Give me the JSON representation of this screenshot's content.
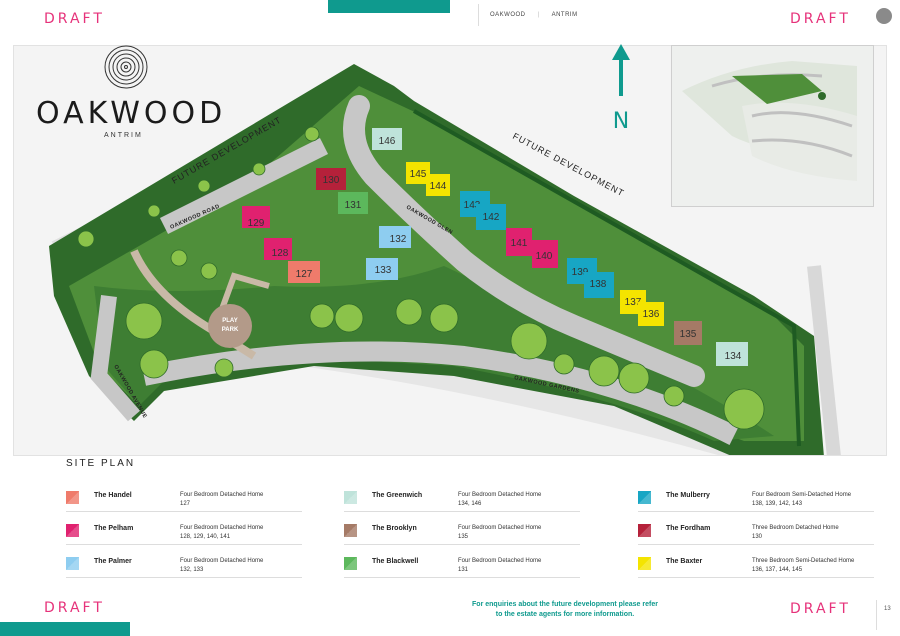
{
  "draft_label": "DRAFT",
  "breadcrumb": [
    "OAKWOOD",
    "ANTRIM"
  ],
  "logo": {
    "brand": "OAKWOOD",
    "town": "ANTRIM"
  },
  "compass": "N",
  "map_labels": {
    "future_development_left": "FUTURE DEVELOPMENT",
    "future_development_right": "FUTURE DEVELOPMENT",
    "oakwood_road": "OAKWOOD ROAD",
    "oakwood_glen": "OAKWOOD GLEN",
    "oakwood_avenue": "OAKWOOD AVENUE",
    "oakwood_gardens": "OAKWOOD GARDENS",
    "play_park_line1": "PLAY",
    "play_park_line2": "PARK"
  },
  "plots": [
    {
      "n": "146",
      "c": "#bfe3da"
    },
    {
      "n": "145",
      "c": "#f4e400"
    },
    {
      "n": "144",
      "c": "#f4e400"
    },
    {
      "n": "130",
      "c": "#b5213a"
    },
    {
      "n": "131",
      "c": "#5cb85c"
    },
    {
      "n": "129",
      "c": "#e0216f"
    },
    {
      "n": "128",
      "c": "#e0216f"
    },
    {
      "n": "127",
      "c": "#ef7b6b"
    },
    {
      "n": "132",
      "c": "#8ecdf0"
    },
    {
      "n": "133",
      "c": "#8ecdf0"
    },
    {
      "n": "143",
      "c": "#17a6c4"
    },
    {
      "n": "142",
      "c": "#17a6c4"
    },
    {
      "n": "141",
      "c": "#e0216f"
    },
    {
      "n": "140",
      "c": "#e0216f"
    },
    {
      "n": "139",
      "c": "#17a6c4"
    },
    {
      "n": "138",
      "c": "#17a6c4"
    },
    {
      "n": "137",
      "c": "#f4e400"
    },
    {
      "n": "136",
      "c": "#f4e400"
    },
    {
      "n": "135",
      "c": "#a57a66"
    },
    {
      "n": "134",
      "c": "#bfe3da"
    }
  ],
  "section_title": "SITE PLAN",
  "legend": [
    {
      "name": "The Handel",
      "desc": "Four Bedroom Detached Home",
      "plots": "127",
      "color": "#ef7b6b"
    },
    {
      "name": "The Pelham",
      "desc": "Four Bedroom Detached Home",
      "plots": "128, 129, 140, 141",
      "color": "#e0216f"
    },
    {
      "name": "The Palmer",
      "desc": "Four Bedroom Detached Home",
      "plots": "132, 133",
      "color": "#8ecdf0"
    },
    {
      "name": "The Greenwich",
      "desc": "Four Bedroom Detached Home",
      "plots": "134, 146",
      "color": "#bfe3da"
    },
    {
      "name": "The Brooklyn",
      "desc": "Four Bedroom Detached Home",
      "plots": "135",
      "color": "#a57a66"
    },
    {
      "name": "The Blackwell",
      "desc": "Four Bedroom Detached Home",
      "plots": "131",
      "color": "#5cb85c"
    },
    {
      "name": "The Mulberry",
      "desc": "Four Bedroom Semi-Detached Home",
      "plots": "138, 139, 142, 143",
      "color": "#17a6c4"
    },
    {
      "name": "The Fordham",
      "desc": "Three Bedroom Detached Home",
      "plots": "130",
      "color": "#b5213a"
    },
    {
      "name": "The Baxter",
      "desc": "Three Bedroom Semi-Detached Home",
      "plots": "136, 137, 144, 145",
      "color": "#f4e400"
    }
  ],
  "enquiry": "For enquiries about the future development please refer to the estate agents for more information.",
  "page_number": "13",
  "colors": {
    "accent": "#0f9a8e",
    "draft": "#e6327a",
    "grass": "#4f8f3a",
    "dark_grass": "#2f6b2a",
    "road": "#c7c7c7"
  }
}
